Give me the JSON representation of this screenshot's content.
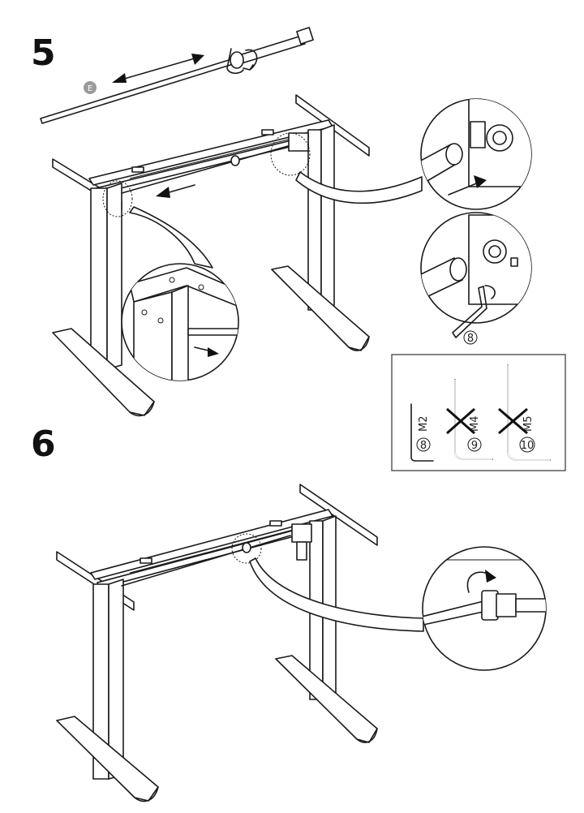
{
  "step5": {
    "number": "5",
    "part_label": "E",
    "tool_callout": "8"
  },
  "allen_keys": [
    {
      "size": "M2",
      "number": "8",
      "crossed": false
    },
    {
      "size": "M4",
      "number": "9",
      "crossed": true
    },
    {
      "size": "M5",
      "number": "10",
      "crossed": true
    }
  ],
  "step6": {
    "number": "6"
  },
  "colors": {
    "line": "#1a1a1a",
    "part_badge": "#9a9a9a"
  }
}
